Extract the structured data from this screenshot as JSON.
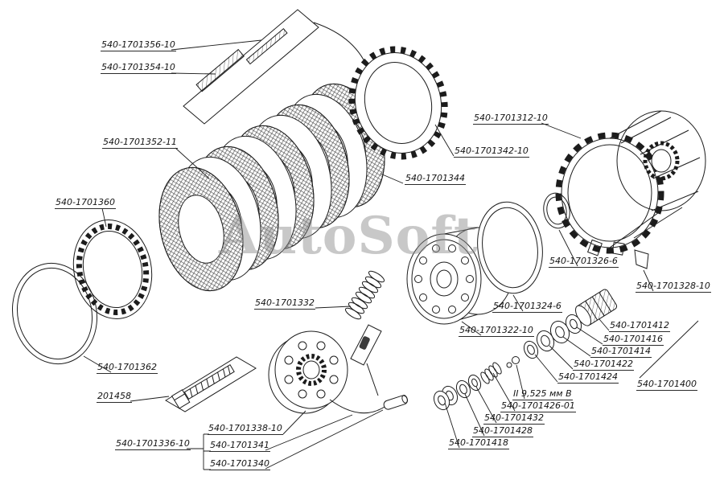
{
  "watermark": {
    "text": "AutoSoft"
  },
  "labels": [
    {
      "text": "540-1701356-10"
    },
    {
      "text": "540-1701354-10"
    },
    {
      "text": "540-1701352-11"
    },
    {
      "text": "540-1701360"
    },
    {
      "text": "540-1701362"
    },
    {
      "text": "201458"
    },
    {
      "text": "540-1701338-10"
    },
    {
      "text": "540-1701336-10"
    },
    {
      "text": "540-1701341"
    },
    {
      "text": "540-1701340"
    },
    {
      "text": "540-1701332"
    },
    {
      "text": "540-1701322-10"
    },
    {
      "text": "540-1701324-6"
    },
    {
      "text": "540-1701344"
    },
    {
      "text": "540-1701342-10"
    },
    {
      "text": "540-1701312-10"
    },
    {
      "text": "540-1701326-6"
    },
    {
      "text": "540-1701328-10"
    },
    {
      "text": "540-1701412"
    },
    {
      "text": "540-1701416"
    },
    {
      "text": "540-1701414"
    },
    {
      "text": "540-1701422"
    },
    {
      "text": "540-1701424"
    },
    {
      "text": "540-1701400"
    },
    {
      "text": "II 9,525 мм В"
    },
    {
      "text": "540-1701426-01"
    },
    {
      "text": "540-1701432"
    },
    {
      "text": "540-1701428"
    },
    {
      "text": "540-1701418"
    }
  ]
}
